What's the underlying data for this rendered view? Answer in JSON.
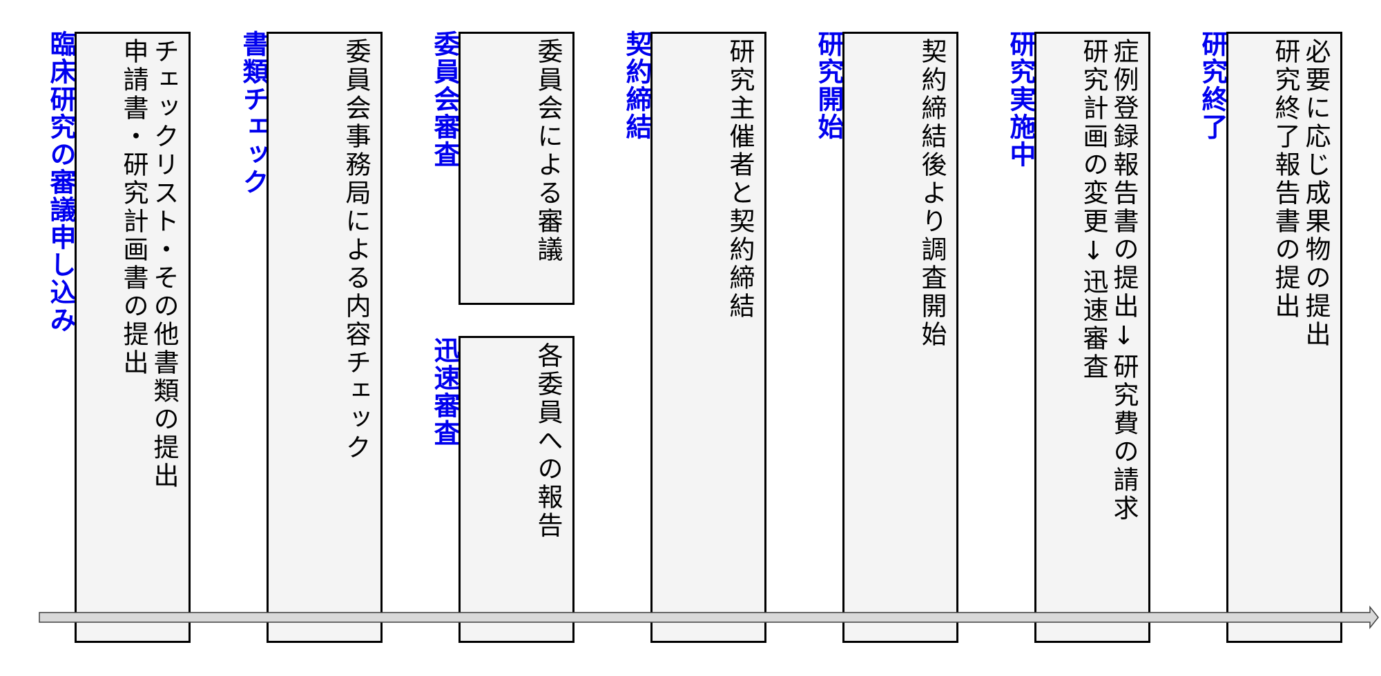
{
  "stages": [
    {
      "label": "臨床研究の審議申し込み",
      "box_text": "チェックリスト・その他書類の提出\n申請書・研究計画書の提出"
    },
    {
      "label": "書類チェック",
      "box_text": "委員会事務局による内容チェック"
    },
    {
      "label": "委員会審査",
      "box_text": "委員会による審議"
    },
    {
      "label": "迅速審査",
      "box_text": "各委員への報告"
    },
    {
      "label": "契約締結",
      "box_text": "研究主催者と契約締結"
    },
    {
      "label": "研究開始",
      "box_text": "契約締結後より調査開始"
    },
    {
      "label": "研究実施中",
      "box_text": "症例登録報告書の提出↓研究費の請求\n研究計画の変更↓迅速審査"
    },
    {
      "label": "研究終了",
      "box_text": "必要に応じ成果物の提出\n研究終了報告書の提出"
    }
  ],
  "colors": {
    "label": "#0000ee",
    "box_fill": "#f4f4f4",
    "box_border": "#000000",
    "arrow_fill": "#d9d9d9"
  }
}
